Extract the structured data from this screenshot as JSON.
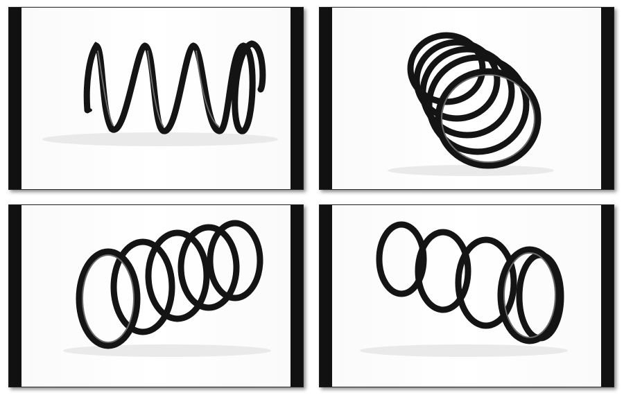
{
  "panels": [
    {
      "subject": "coil-spring",
      "view": "side"
    },
    {
      "subject": "coil-spring",
      "view": "end-angled"
    },
    {
      "subject": "coil-spring",
      "view": "three-quarter-left"
    },
    {
      "subject": "coil-spring",
      "view": "three-quarter-right"
    }
  ],
  "colors": {
    "spring": "#141414",
    "highlight": "#6a6a6a",
    "background": "#ffffff",
    "border": "#111111"
  }
}
